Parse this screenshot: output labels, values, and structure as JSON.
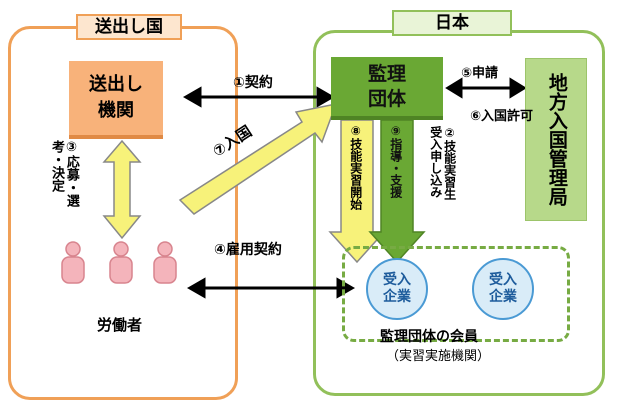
{
  "left_region": {
    "title": "送出し国",
    "sender_org": [
      "送出し",
      "機関"
    ],
    "workers_label": "労働者",
    "selection_step": "③応募・選考・決定"
  },
  "right_region": {
    "title": "日本",
    "supervising_org": [
      "監理",
      "団体"
    ],
    "immigration_bureau": "地方入国管理局",
    "companies": [
      {
        "label": [
          "受入",
          "企業"
        ]
      },
      {
        "label": [
          "受入",
          "企業"
        ]
      }
    ],
    "member_title": "監理団体の会員",
    "member_subtitle": "（実習実施機関）"
  },
  "steps": {
    "contract": "①契約",
    "application_apply": "②技能実習生受入申し込み",
    "employment_contract": "④雇用契約",
    "request": "⑤申請",
    "permission": "⑥入国許可",
    "entry": "⑦入国",
    "training_start": "⑧技能実習開始",
    "guidance": "⑨指導・支援"
  },
  "colors": {
    "orange": "#f0a057",
    "green": "#92c05a",
    "yellow": "#f7f27a",
    "dark_green": "#6aa834",
    "worker_pink": "#f4b4bb"
  }
}
